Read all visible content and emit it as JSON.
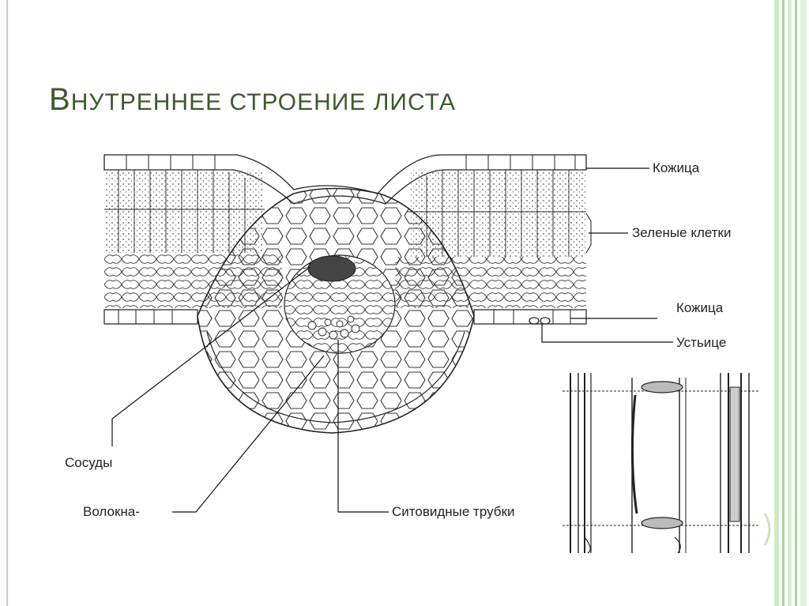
{
  "slide": {
    "title_first": "В",
    "title_rest": "НУТРЕННЕЕ СТРОЕНИЕ ЛИСТА"
  },
  "labels": {
    "epidermis_top": "Кожица",
    "green_cells": "Зеленые клетки",
    "epidermis_bottom": "Кожица",
    "stomata": "Устьице",
    "vessels": "Сосуды",
    "fibers": "Волокна-",
    "sieve_tubes": "Ситовидные трубки"
  },
  "colors": {
    "title": "#3d5a2e",
    "frame_green": "#a9d39c",
    "ink": "#222222"
  }
}
